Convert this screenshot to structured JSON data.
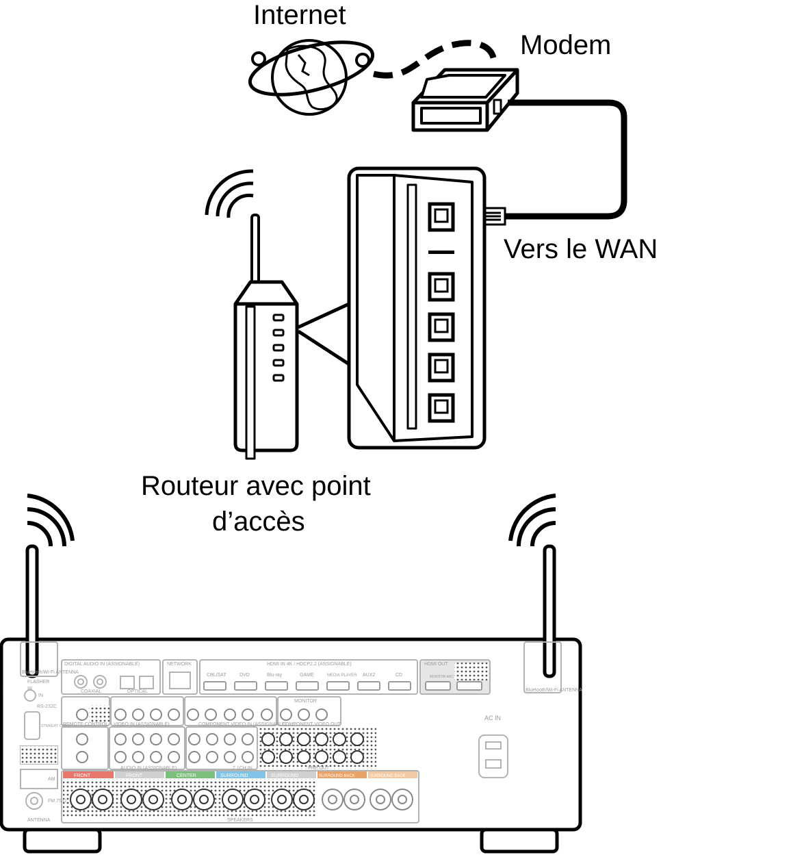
{
  "labels": {
    "internet": "Internet",
    "modem": "Modem",
    "wan": "Vers le WAN",
    "router_line1": "Routeur avec point",
    "router_line2": "d’accès"
  },
  "receiver": {
    "antenna_left": "Bluetooth/Wi-Fi ANTENNA",
    "antenna_right": "Bluetooth/Wi-Fi ANTENNA",
    "flasher": "FLASHER",
    "ir": "IR",
    "in": "IN",
    "rs232c": "RS-232C",
    "straight_cable": "STRAIGHT CABLE",
    "remote_control": "REMOTE CONTROL",
    "digital_audio": "DIGITAL AUDIO IN (ASSIGNABLE)",
    "coaxial": "COAXIAL",
    "optical": "OPTICAL",
    "network": "NETWORK",
    "hdmi_in": "HDMI IN 4K / HDCP2.2 (ASSIGNABLE)",
    "hdmi_inputs": [
      "CBL/SAT",
      "DVD",
      "Blu-ray",
      "GAME",
      "MEDIA PLAYER",
      "AUX2",
      "CD"
    ],
    "hdmi_out": "HDMI OUT",
    "monitor_arc": "MONITOR ARC",
    "component_in": "COMPONENT VIDEO IN (ASSIGNABLE)",
    "component_out": "COMPONENT VIDEO OUT",
    "monitor": "MONITOR",
    "video_in": "VIDEO IN (ASSIGNABLE)",
    "audio_in": "AUDIO IN (ASSIGNABLE)",
    "pre_out": "PRE OUT",
    "ch_in": "7.1CH IN",
    "ac_in": "AC IN",
    "am": "AM",
    "fm": "FM 75 Ω",
    "antenna": "ANTENNA",
    "speakers": "SPEAKERS",
    "speaker_groups": [
      "FRONT",
      "FRONT",
      "CENTER",
      "SURROUND",
      "SURROUND",
      "SURROUND BACK",
      "SURROUND BACK"
    ],
    "colors": {
      "front": "#e8766b",
      "center": "#7bbf7a",
      "surround": "#7fc3e6",
      "surround_back": "#e8a266",
      "panel_text": "#9a9a9a"
    }
  }
}
